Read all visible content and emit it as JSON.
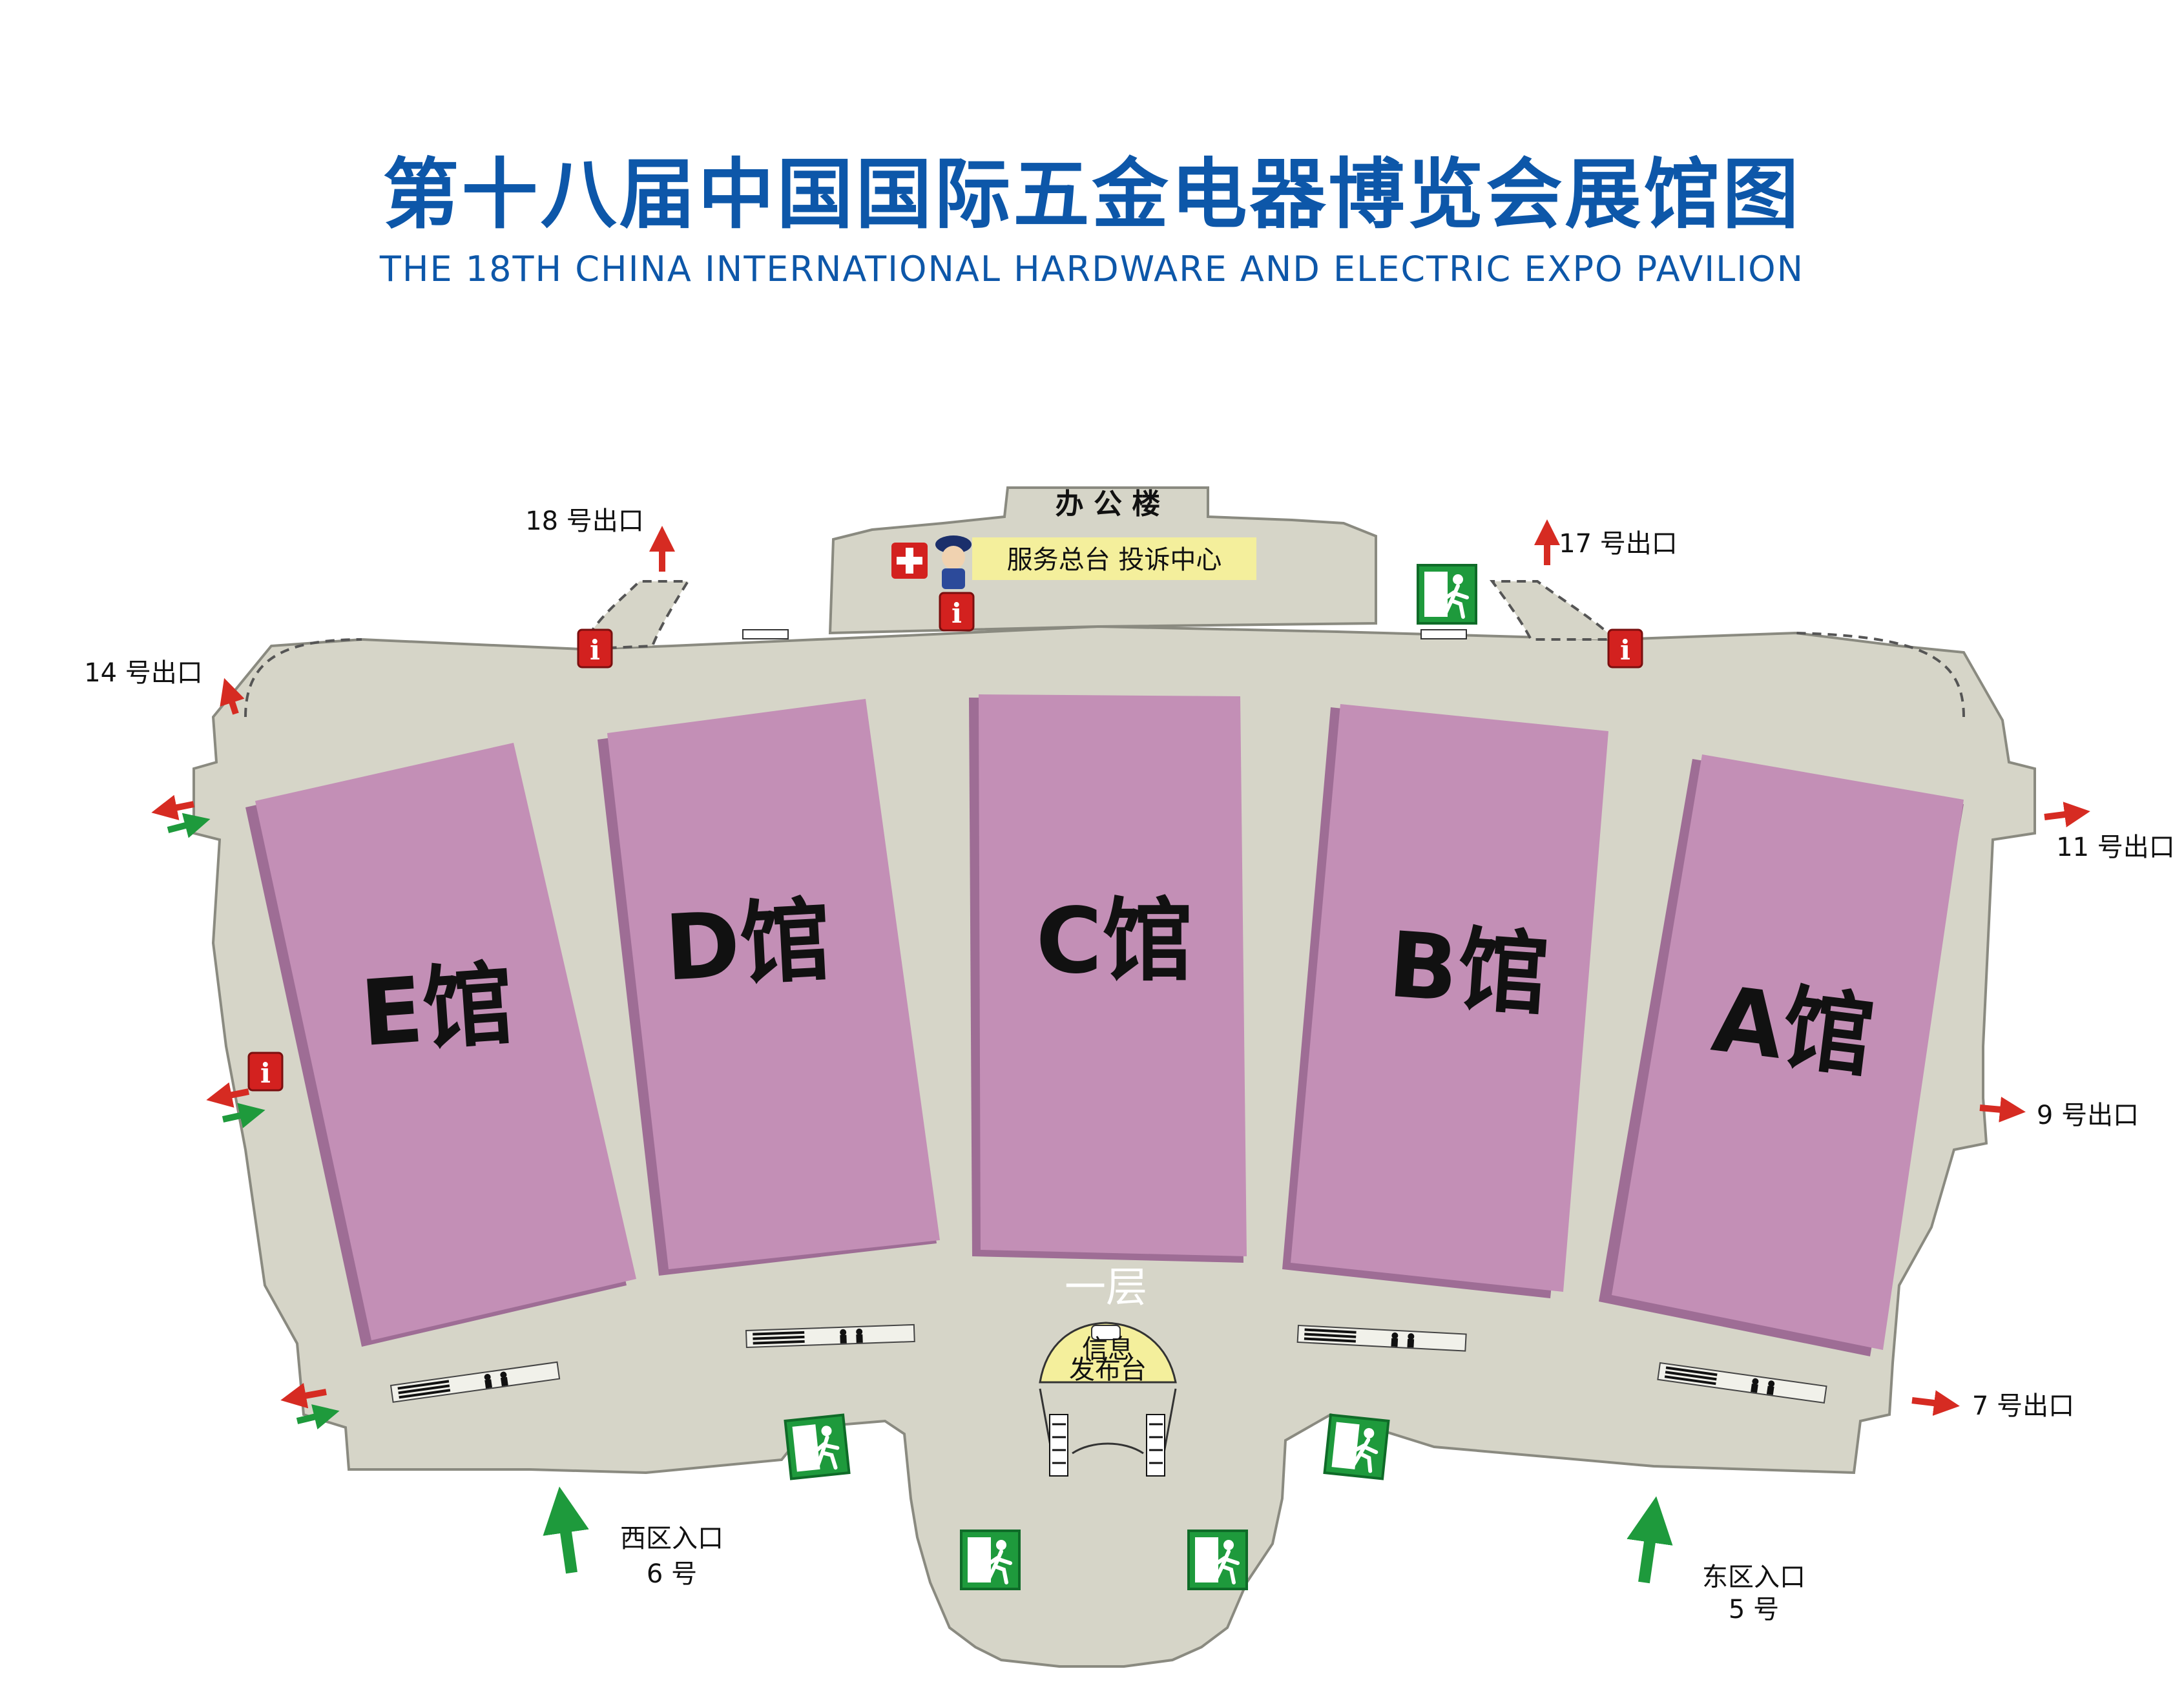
{
  "title": "第十八届中国国际五金电器博览会展馆图",
  "subtitle": "THE 18TH CHINA INTERNATIONAL HARDWARE AND ELECTRIC EXPO  PAVILION",
  "colors": {
    "title_blue": "#0d57a9",
    "floor": "#d6d5c8",
    "hall_fill": "#c38fb6",
    "hall_shadow": "#9e6d95",
    "exit_arrow": "#d62b22",
    "entry_arrow": "#1e9a3c",
    "info_red": "#d3211f",
    "service_bg": "#f4ef9c"
  },
  "halls": [
    {
      "id": "E",
      "label": "E馆"
    },
    {
      "id": "D",
      "label": "D馆"
    },
    {
      "id": "C",
      "label": "C馆"
    },
    {
      "id": "B",
      "label": "B馆"
    },
    {
      "id": "A",
      "label": "A馆"
    }
  ],
  "office_building": "办 公 楼",
  "service_desk": "服务总台  投诉中心",
  "floor_label": "一层",
  "info_stand": {
    "line1": "信息",
    "line2": "发布台"
  },
  "exits": {
    "exit_18": "18 号出口",
    "exit_17": "17 号出口",
    "exit_14": "14 号出口",
    "exit_11": "11 号出口",
    "exit_9": "9 号出口",
    "exit_7": "7 号出口"
  },
  "entrances": {
    "west_line1": "西区入口",
    "west_line2": "6 号",
    "east_line1": "东区入口",
    "east_line2": "5 号"
  },
  "icons": {
    "info": "info-icon",
    "first_aid": "first-aid-icon",
    "police": "police-mascot-icon",
    "emergency_exit": "emergency-exit-icon",
    "escalator": "escalator-icon"
  },
  "info_glyph": "i"
}
